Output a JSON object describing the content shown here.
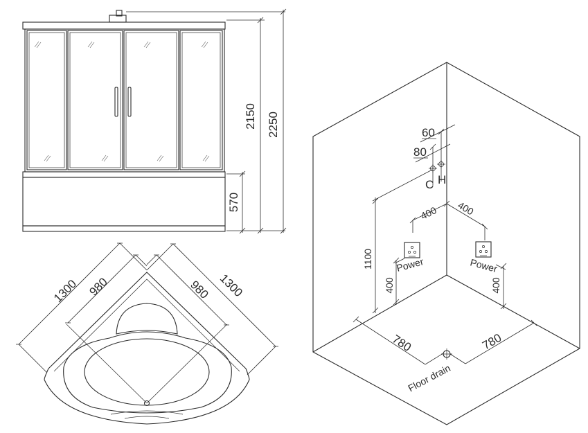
{
  "front_view": {
    "total_height": "2250",
    "cabin_height": "2150",
    "tub_height": "570"
  },
  "top_view": {
    "outer_left": "1300",
    "inner_left": "980",
    "inner_right": "980",
    "outer_right": "1300"
  },
  "room_view": {
    "pipe_offset_top": "60",
    "pipe_offset_bottom": "80",
    "cold_label": "C",
    "hot_label": "H",
    "pipe_height": "1100",
    "socket_spacing_left": "400",
    "socket_spacing_right": "400",
    "socket_height_left": "400",
    "socket_height_right": "400",
    "power_left": "Power",
    "power_right": "Power",
    "drain_left": "780",
    "drain_right": "780",
    "floor_drain": "Floor drain"
  }
}
